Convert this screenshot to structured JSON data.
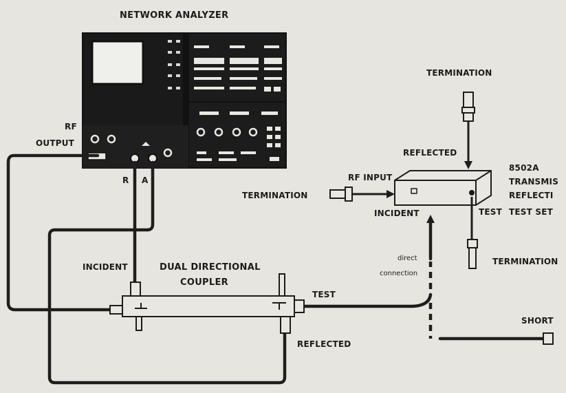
{
  "labels": {
    "network_analyzer": "NETWORK ANALYZER",
    "rf_output_line1": "RF",
    "rf_output_line2": "OUTPUT",
    "port_r": "R",
    "port_a": "A",
    "incident_coupler": "INCIDENT",
    "coupler_line1": "DUAL DIRECTIONAL",
    "coupler_line2": "COUPLER",
    "test_coupler": "TEST",
    "reflected_coupler": "REFLECTED",
    "termination_top": "TERMINATION",
    "reflected_testset": "REFLECTED",
    "rf_input": "RF INPUT",
    "termination_left": "TERMINATION",
    "incident_testset": "INCIDENT",
    "test_testset": "TEST",
    "testset_line1": "8502A",
    "testset_line2": "TRANSMIS",
    "testset_line3": "REFLECTI",
    "testset_line4": "TEST SET",
    "termination_right": "TERMINATION",
    "direct_line1": "direct",
    "direct_line2": "connection",
    "short": "SHORT"
  }
}
